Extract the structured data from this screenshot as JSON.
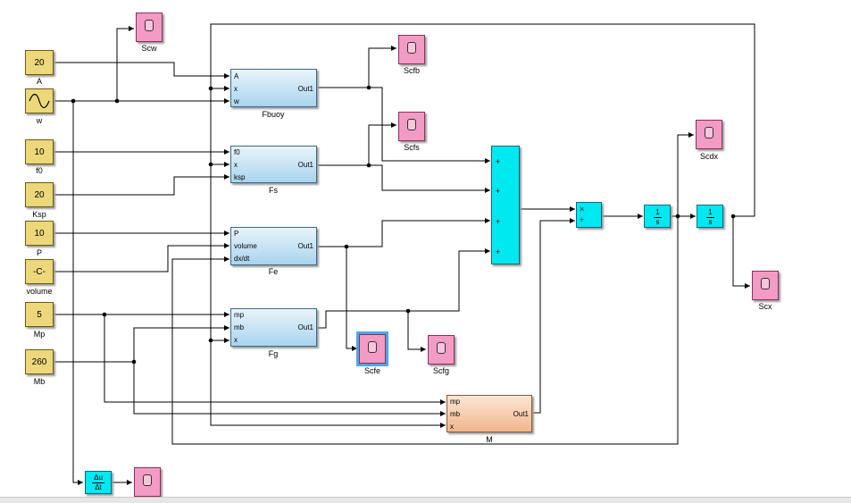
{
  "constants": [
    {
      "id": "A",
      "value": "20",
      "label": "A"
    },
    {
      "id": "f0",
      "value": "10",
      "label": "f0"
    },
    {
      "id": "Ksp",
      "value": "20",
      "label": "Ksp"
    },
    {
      "id": "P",
      "value": "10",
      "label": "P"
    },
    {
      "id": "volume",
      "value": "-C-",
      "label": "volume"
    },
    {
      "id": "Mp",
      "value": "5",
      "label": "Mp"
    },
    {
      "id": "Mb",
      "value": "260",
      "label": "Mb"
    }
  ],
  "sine": {
    "label": "w",
    "icon": "sine-wave-icon"
  },
  "subsystems": [
    {
      "id": "fbuoy",
      "label": "Fbuoy",
      "inputs": [
        "A",
        "x",
        "w"
      ],
      "output": "Out1"
    },
    {
      "id": "fs",
      "label": "Fs",
      "inputs": [
        "f0",
        "x",
        "ksp"
      ],
      "output": "Out1"
    },
    {
      "id": "fe",
      "label": "Fe",
      "inputs": [
        "P",
        "volume",
        "dx/dt"
      ],
      "output": "Out1"
    },
    {
      "id": "fg",
      "label": "Fg",
      "inputs": [
        "mp",
        "mb",
        "x"
      ],
      "output": "Out1"
    },
    {
      "id": "m",
      "label": "M",
      "inputs": [
        "mp",
        "mb",
        "x"
      ],
      "output": "Out1"
    }
  ],
  "scopes": {
    "scw": "Scw",
    "scfb": "Scfb",
    "scfs": "Scfs",
    "scfe": "Scfe",
    "scfg": "Scfg",
    "scdx": "Scdx",
    "scx": "Scx"
  },
  "sum": {
    "signs": [
      "+",
      "+",
      "+",
      "+"
    ]
  },
  "product": {
    "ops": [
      "×",
      "÷"
    ]
  },
  "integrator": {
    "num": "1",
    "den": "s"
  },
  "derivative": {
    "num": "Δu",
    "den": "Δt"
  },
  "colors": {
    "constant": "#ecd87a",
    "scope": "#f29bc4",
    "math": "#00e8f0",
    "subsystem": "#a9d4ee",
    "m_subsystem": "#f0b58c",
    "selection": "#4aa8e8"
  }
}
